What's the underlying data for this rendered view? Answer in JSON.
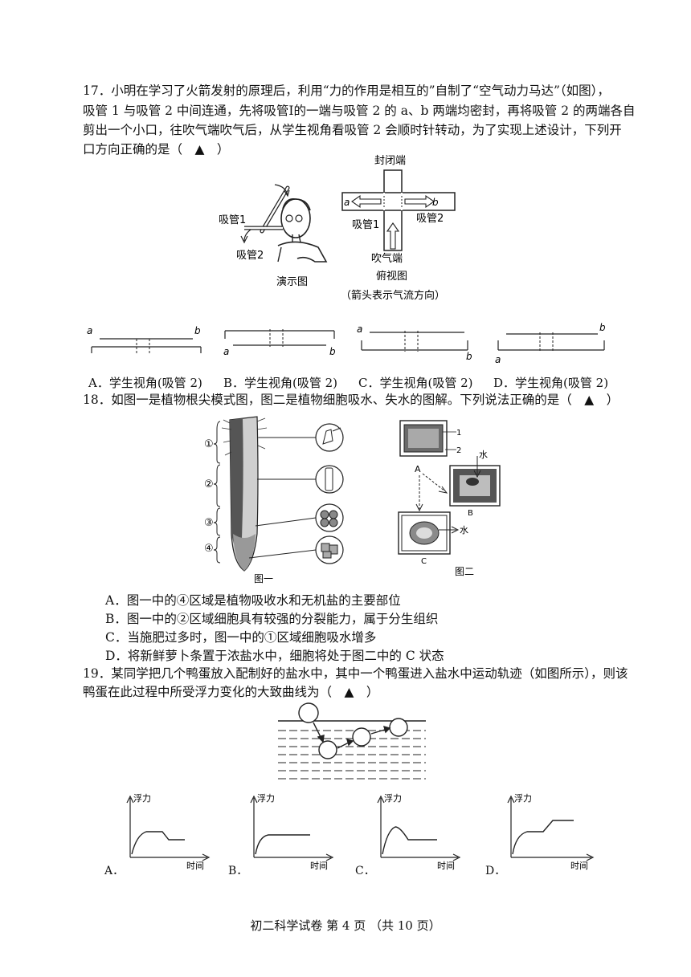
{
  "q17": {
    "lines": [
      "17．小明在学习了火箭发射的原理后，利用“力的作用是相互的”自制了“空气动力马达”（如图），",
      "吸管 1 与吸管 2 中间连通，先将吸管Ⅰ的一端与吸管 2 的 a、b 两端均密封，再将吸管 2 的两端各自",
      "剪出一个小口，往吹气端吹气后，从学生视角看吸管 2 会顺时针转动，为了实现上述设计，下列开",
      "口方向正确的是（　▲　）"
    ],
    "demo": {
      "label_tube1": "吸管1",
      "label_tube2": "吸管2",
      "caption": "演示图"
    },
    "top_view": {
      "sealed_end": "封闭端",
      "a": "a",
      "b": "b",
      "tube1": "吸管1",
      "tube2": "吸管2",
      "blow_end": "吹气端",
      "caption": "俯视图",
      "note": "（箭头表示气流方向）"
    },
    "options": [
      {
        "letter": "A",
        "text": "A．学生视角(吸管 2)",
        "a": "a",
        "b": "b"
      },
      {
        "letter": "B",
        "text": "B．学生视角(吸管 2)",
        "a": "a",
        "b": "b"
      },
      {
        "letter": "C",
        "text": "C．学生视角(吸管 2)",
        "a": "a",
        "b": "b"
      },
      {
        "letter": "D",
        "text": "D．学生视角(吸管 2)",
        "a": "a",
        "b": "b"
      }
    ]
  },
  "q18": {
    "line": "18．如图一是植物根尖模式图，图二是植物细胞吸水、失水的图解。下列说法正确的是（　▲　）",
    "fig1": {
      "zones": [
        "①",
        "②",
        "③",
        "④"
      ],
      "caption": "图一"
    },
    "fig2": {
      "labels": {
        "n1": "1",
        "n2": "2",
        "A": "A",
        "B": "B",
        "C": "C",
        "water1": "水",
        "water2": "水"
      },
      "caption": "图二"
    },
    "options": [
      "A．图一中的④区域是植物吸收水和无机盐的主要部位",
      "B．图一中的②区域细胞具有较强的分裂能力，属于分生组织",
      "C．当施肥过多时，图一中的①区域细胞吸水增多",
      "D．将新鲜萝卜条置于浓盐水中，细胞将处于图二中的 C 状态"
    ]
  },
  "q19": {
    "lines": [
      "19．某同学把几个鸭蛋放入配制好的盐水中，其中一个鸭蛋进入盐水中运动轨迹（如图所示），则该",
      "鸭蛋在此过程中所受浮力变化的大致曲线为（　▲　）"
    ],
    "graphs": [
      {
        "letter": "A．",
        "ylabel": "浮力",
        "xlabel": "时间"
      },
      {
        "letter": "B．",
        "ylabel": "浮力",
        "xlabel": "时间"
      },
      {
        "letter": "C．",
        "ylabel": "浮力",
        "xlabel": "时间"
      },
      {
        "letter": "D．",
        "ylabel": "浮力",
        "xlabel": "时间"
      }
    ]
  },
  "footer": "初二科学试卷 第 4 页 （共 10 页）"
}
